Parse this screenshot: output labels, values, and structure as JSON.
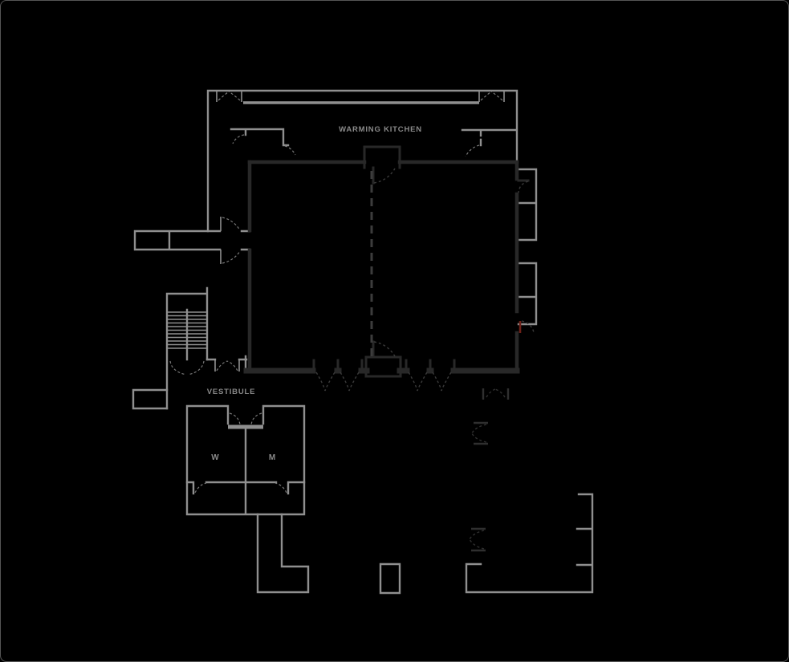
{
  "page": {
    "background": "#000000",
    "border_color": "#565656"
  },
  "plan": {
    "labels": {
      "warming_kitchen": "WARMING KITCHEN",
      "vestibule": "VESTIBULE",
      "womens_room": "W",
      "mens_room": "M"
    },
    "colors": {
      "bg": "#000000",
      "border_color": "#565656",
      "wall_light": "#8f8f8f",
      "wall_dark": "#282828",
      "symbol_faint": "#2f2f2f",
      "partition_dash": "#3c3c3c",
      "door_accent_red": "#6e2018",
      "label_text": "#8a8a8a"
    }
  }
}
